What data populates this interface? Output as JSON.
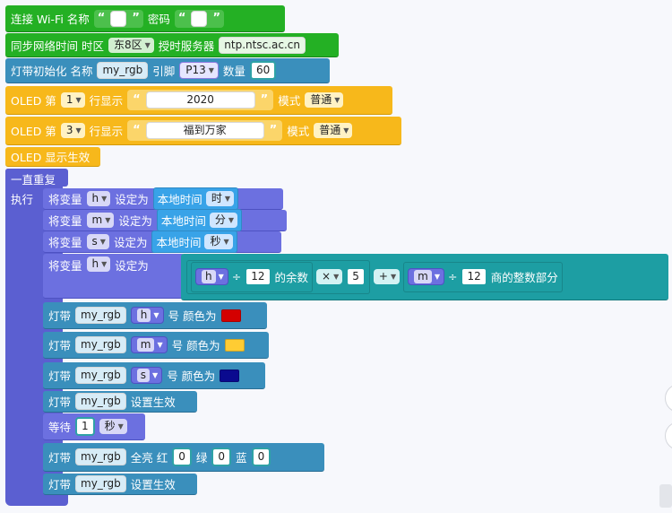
{
  "wifi": {
    "label": "连接 Wi-Fi 名称",
    "password_label": "密码",
    "quote_open": "“",
    "quote_close": "”",
    "ssid": "",
    "password": ""
  },
  "ntp": {
    "label": "同步网络时间 时区",
    "timezone": "东8区",
    "server_label": "授时服务器",
    "server": "ntp.ntsc.ac.cn"
  },
  "strip_init": {
    "label": "灯带初始化 名称",
    "name": "my_rgb",
    "pin_label": "引脚",
    "pin": "P13",
    "count_label": "数量",
    "count": "60"
  },
  "oled1": {
    "label": "OLED 第",
    "line": "1",
    "line_label": "行显示",
    "text": "2020",
    "mode_label": "模式",
    "mode": "普通"
  },
  "oled2": {
    "label": "OLED 第",
    "line": "3",
    "line_label": "行显示",
    "text": "福到万家",
    "mode_label": "模式",
    "mode": "普通"
  },
  "oled_show": {
    "label": "OLED 显示生效"
  },
  "loop": {
    "label": "一直重复",
    "do_label": "执行"
  },
  "set_h": {
    "label": "将变量",
    "var": "h",
    "set_label": "设定为",
    "value_label": "本地时间",
    "unit": "时"
  },
  "set_m": {
    "label": "将变量",
    "var": "m",
    "set_label": "设定为",
    "value_label": "本地时间",
    "unit": "分"
  },
  "set_s": {
    "label": "将变量",
    "var": "s",
    "set_label": "设定为",
    "value_label": "本地时间",
    "unit": "秒"
  },
  "set_h2": {
    "label": "将变量",
    "var": "h",
    "set_label": "设定为",
    "mod_var": "h",
    "div": "÷",
    "mod_num": "12",
    "mod_label": "的余数",
    "times": "×",
    "mul_num": "5",
    "plus": "+",
    "idiv_var": "m",
    "idiv_num": "12",
    "idiv_label": "商的整数部分"
  },
  "strip_h": {
    "label": "灯带",
    "name": "my_rgb",
    "var": "h",
    "color_label": "号 颜色为",
    "color": "#d40000"
  },
  "strip_m": {
    "label": "灯带",
    "name": "my_rgb",
    "var": "m",
    "color_label": "号 颜色为",
    "color": "#ffcc33"
  },
  "strip_s": {
    "label": "灯带",
    "name": "my_rgb",
    "var": "s",
    "color_label": "号 颜色为",
    "color": "#0a0a8f"
  },
  "strip_show1": {
    "label": "灯带",
    "name": "my_rgb",
    "action": "设置生效"
  },
  "wait": {
    "label": "等待",
    "value": "1",
    "unit": "秒"
  },
  "strip_all": {
    "label": "灯带",
    "name": "my_rgb",
    "all_label": "全亮 红",
    "red": "0",
    "green_label": "绿",
    "green": "0",
    "blue_label": "蓝",
    "blue": "0"
  },
  "strip_show2": {
    "label": "灯带",
    "name": "my_rgb",
    "action": "设置生效"
  }
}
